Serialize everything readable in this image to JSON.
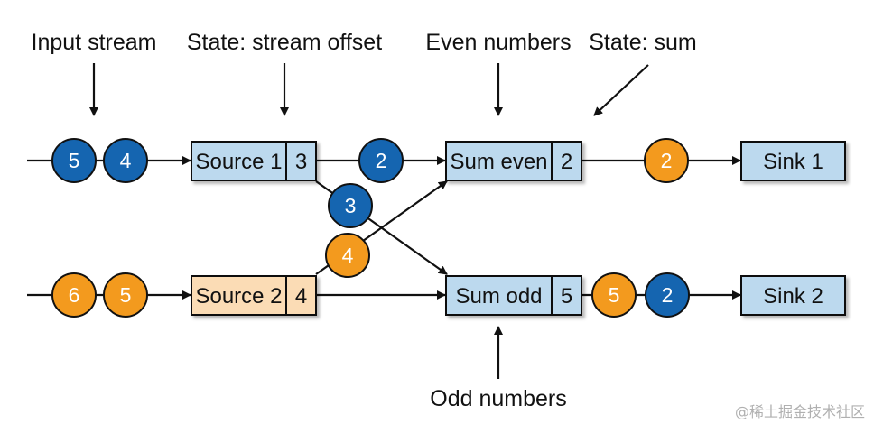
{
  "labels": {
    "input_stream": "Input stream",
    "state_offset": "State: stream offset",
    "even_numbers": "Even numbers",
    "state_sum": "State: sum",
    "odd_numbers": "Odd numbers"
  },
  "boxes": {
    "source1": {
      "name": "Source 1",
      "state": "3"
    },
    "source2": {
      "name": "Source 2",
      "state": "4"
    },
    "sum_even": {
      "name": "Sum even",
      "state": "2"
    },
    "sum_odd": {
      "name": "Sum odd",
      "state": "5"
    },
    "sink1": {
      "name": "Sink 1"
    },
    "sink2": {
      "name": "Sink 2"
    }
  },
  "events": {
    "input1_a": "5",
    "input1_b": "4",
    "input2_a": "6",
    "input2_b": "5",
    "src1_to_even": "2",
    "src1_to_odd": "3",
    "src2_to_even": "4",
    "even_to_sink": "2",
    "odd_out_a": "5",
    "odd_out_b": "2"
  },
  "watermark": "@稀土掘金技术社区",
  "colors": {
    "blue_event": "#1565b0",
    "orange_event": "#f39a1e",
    "box_blue": "#bcd9ee",
    "box_orange": "#fbdcb5",
    "stroke": "#111111"
  }
}
